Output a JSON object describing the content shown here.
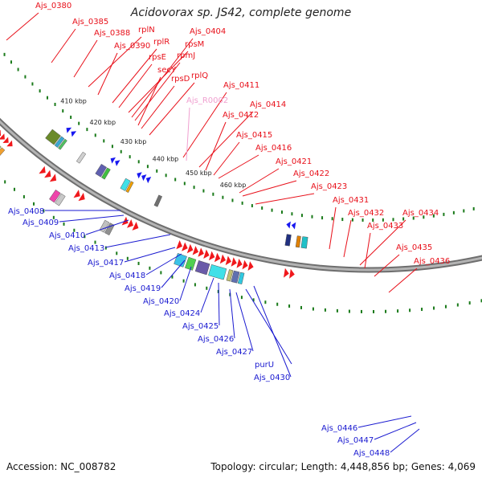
{
  "title": "Acidovorax sp. JS42, complete genome",
  "footer": {
    "accession": "Accession: NC_008782",
    "summary": "Topology: circular; Length: 4,448,856 bp; Genes: 4,069"
  },
  "colors": {
    "forward_label": "#e8101a",
    "reverse_label": "#1a1ad0",
    "rna_label": "#f0a0d0",
    "backbone": "#8c8c8c",
    "tick": "#1a7a1a",
    "arrow": "#f0181c"
  },
  "scale_labels": [
    "410 kbp",
    "420 kbp",
    "430 kbp",
    "440 kbp",
    "450 kbp",
    "460 kbp"
  ],
  "outer_labels": [
    "Ajs_0380",
    "Ajs_0385",
    "Ajs_0388",
    "rplN",
    "Ajs_0390",
    "rplR",
    "rpsE",
    "rpsM",
    "Ajs_0404",
    "rpmJ",
    "secY",
    "rpsD",
    "rplQ",
    "Ajs_0411",
    "Ajs_R0002",
    "Ajs_0414",
    "Ajs_0412",
    "Ajs_0415",
    "Ajs_0416",
    "Ajs_0421",
    "Ajs_0422",
    "Ajs_0423",
    "Ajs_0431",
    "Ajs_0432",
    "Ajs_0434",
    "Ajs_0433",
    "Ajs_0435",
    "Ajs_0436"
  ],
  "inner_labels": [
    "Ajs_0408",
    "Ajs_0409",
    "Ajs_0410",
    "Ajs_0413",
    "Ajs_0417",
    "Ajs_0418",
    "Ajs_0419",
    "Ajs_0420",
    "Ajs_0424",
    "Ajs_0425",
    "Ajs_0426",
    "Ajs_0427",
    "purU",
    "Ajs_0430",
    "Ajs_0446",
    "Ajs_0447",
    "Ajs_0448"
  ]
}
